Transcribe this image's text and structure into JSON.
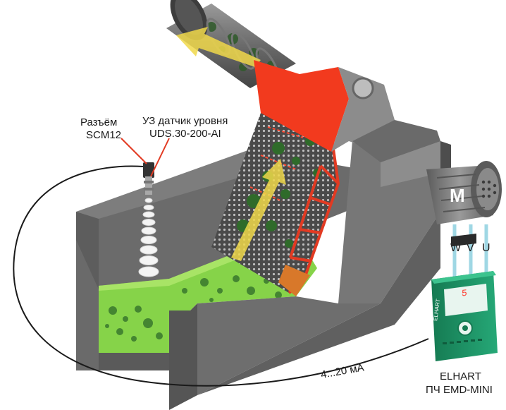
{
  "labels": {
    "connector_line1": "Разъём",
    "connector_line2": "SCM12",
    "sensor_line1": "УЗ датчик уровня",
    "sensor_line2": "UDS.30-200-AI",
    "signal": "4...20 мА",
    "drive_line1": "ELHART",
    "drive_line2": "ПЧ EMD-MINI"
  },
  "motor": {
    "letter": "M",
    "phases": [
      "W",
      "V",
      "U"
    ]
  },
  "drive_display": {
    "readout": "5",
    "brand": "ELHART"
  },
  "colors": {
    "basin": "#6f6f6f",
    "basin_light": "#8a8a8a",
    "water": "#7ccf3a",
    "screw_housing": "#f23a1e",
    "grate_frame": "#e23a22",
    "flow_arrow": "#f0d84a",
    "drive_body": "#1f9a6a",
    "motor": "#777777"
  }
}
